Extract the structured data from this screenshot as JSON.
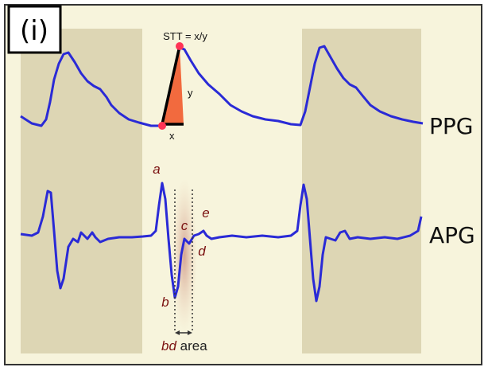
{
  "panel": {
    "label": "(i)"
  },
  "formula": {
    "text": "STT = x/y"
  },
  "triangle": {
    "x_label": "x",
    "y_label": "y",
    "fill_color": "#f26a3e"
  },
  "signals": {
    "ppg": {
      "label": "PPG",
      "color": "#2a2ad6"
    },
    "apg": {
      "label": "APG",
      "color": "#2a2ad6"
    }
  },
  "points": {
    "a": "a",
    "b": "b",
    "c": "c",
    "d": "d",
    "e": "e"
  },
  "bd_area": {
    "prefix": "bd",
    "suffix": " area"
  },
  "colors": {
    "shaded_region": "#ddd6b4",
    "background": "#f7f4dc",
    "marker": "#ff3355",
    "point_label": "#7a1010"
  }
}
